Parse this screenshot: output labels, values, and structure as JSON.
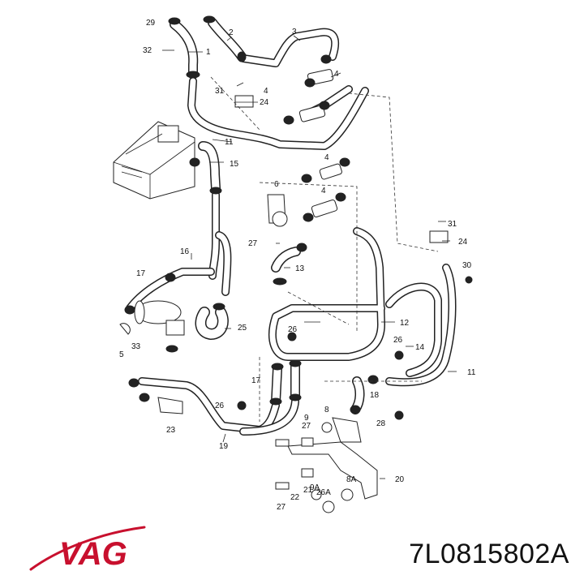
{
  "brand": {
    "logo_text": "VAG",
    "logo_color": "#c8102e"
  },
  "part_number": "7L0815802A",
  "callouts": [
    "1",
    "2",
    "3",
    "4",
    "4",
    "4",
    "4",
    "5",
    "6",
    "8",
    "8A",
    "9",
    "9A",
    "11",
    "11",
    "12",
    "13",
    "14",
    "15",
    "16",
    "17",
    "17",
    "18",
    "19",
    "20",
    "21",
    "22",
    "23",
    "24",
    "24",
    "25",
    "26",
    "26",
    "26",
    "26A",
    "27",
    "27",
    "27",
    "28",
    "29",
    "30",
    "31",
    "31",
    "32",
    "33"
  ]
}
